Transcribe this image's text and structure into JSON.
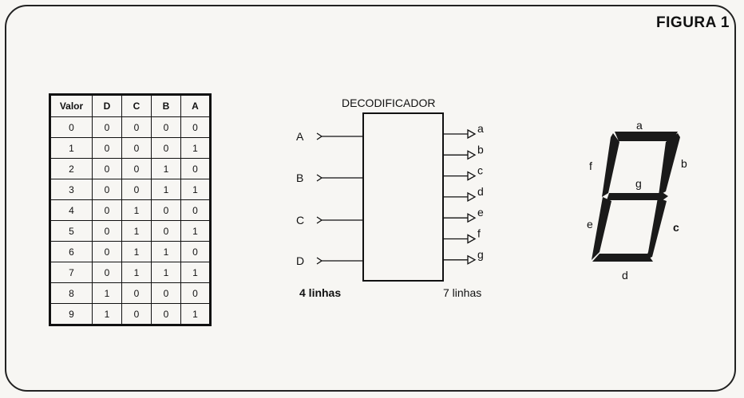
{
  "figure_label": "FIGURA 1",
  "truth_table": {
    "headers": [
      "Valor",
      "D",
      "C",
      "B",
      "A"
    ],
    "rows": [
      [
        "0",
        "0",
        "0",
        "0",
        "0"
      ],
      [
        "1",
        "0",
        "0",
        "0",
        "1"
      ],
      [
        "2",
        "0",
        "0",
        "1",
        "0"
      ],
      [
        "3",
        "0",
        "0",
        "1",
        "1"
      ],
      [
        "4",
        "0",
        "1",
        "0",
        "0"
      ],
      [
        "5",
        "0",
        "1",
        "0",
        "1"
      ],
      [
        "6",
        "0",
        "1",
        "1",
        "0"
      ],
      [
        "7",
        "0",
        "1",
        "1",
        "1"
      ],
      [
        "8",
        "1",
        "0",
        "0",
        "0"
      ],
      [
        "9",
        "1",
        "0",
        "0",
        "1"
      ]
    ]
  },
  "decoder": {
    "title": "DECODIFICADOR",
    "inputs": [
      "A",
      "B",
      "C",
      "D"
    ],
    "outputs": [
      "a",
      "b",
      "c",
      "d",
      "e",
      "f",
      "g"
    ],
    "inputs_label": "4 linhas",
    "outputs_label": "7 linhas"
  },
  "display": {
    "segments": [
      "a",
      "b",
      "c",
      "d",
      "e",
      "f",
      "g"
    ]
  }
}
